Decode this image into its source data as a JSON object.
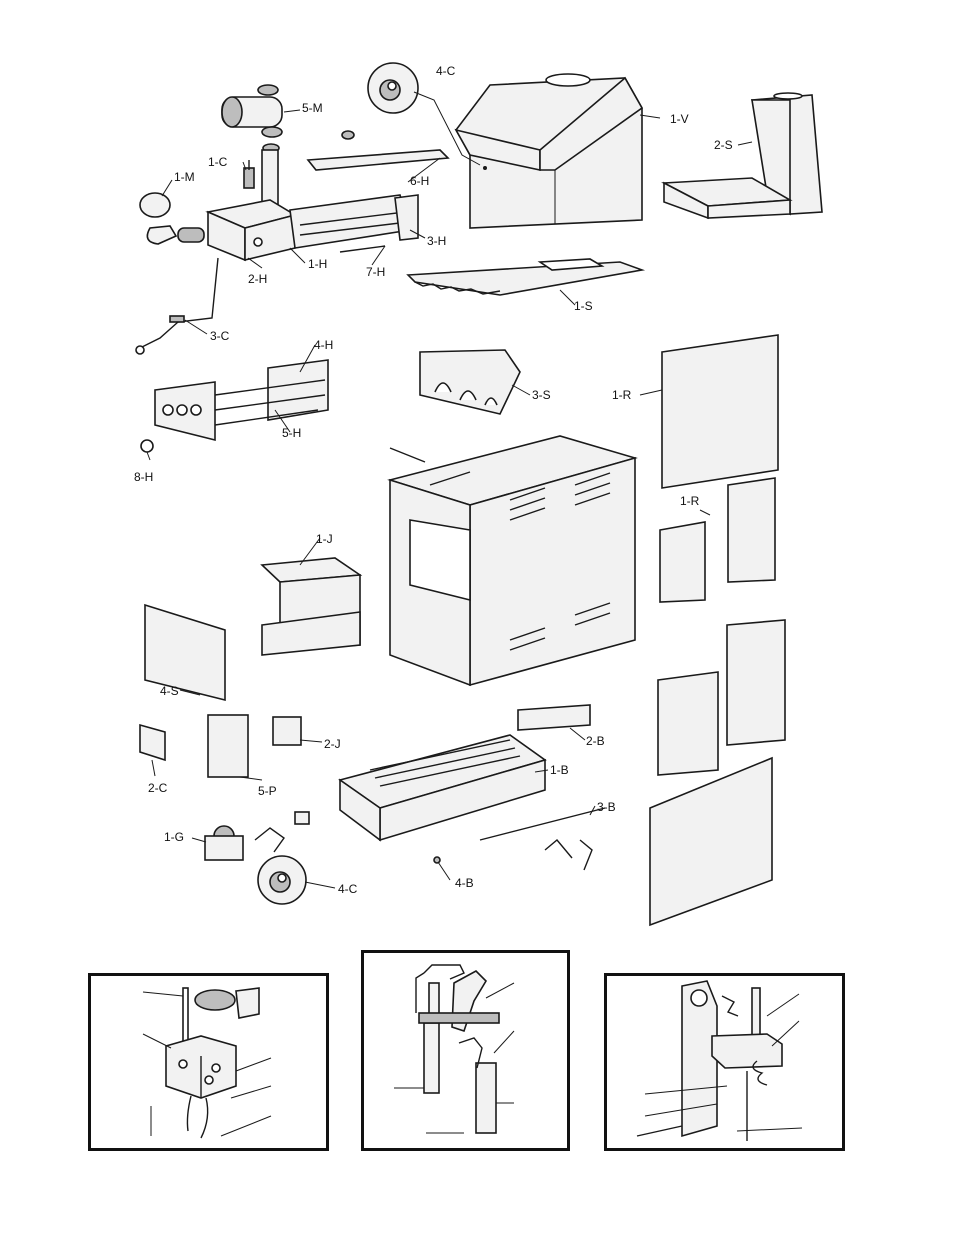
{
  "diagram": {
    "part_labels": {
      "p_5M": "5-M",
      "p_4C_top": "4-C",
      "p_1V": "1-V",
      "p_2S": "2-S",
      "p_1C": "1-C",
      "p_1M": "1-M",
      "p_6H": "6-H",
      "p_3H": "3-H",
      "p_2H": "2-H",
      "p_1H": "1-H",
      "p_7H": "7-H",
      "p_1S": "1-S",
      "p_3C": "3-C",
      "p_4H": "4-H",
      "p_5H": "5-H",
      "p_8H": "8-H",
      "p_3S": "3-S",
      "p_1R": "1-R",
      "p_1R_b": "1-R",
      "p_1J": "1-J",
      "p_4S": "4-S",
      "p_2J": "2-J",
      "p_2C": "2-C",
      "p_5P": "5-P",
      "p_2B": "2-B",
      "p_1B": "1-B",
      "p_3B": "3-B",
      "p_1G": "1-G",
      "p_4B": "4-B",
      "p_4C_bottom": "4-C"
    },
    "insets": [
      "pilot-assembly-a",
      "pilot-assembly-b",
      "pilot-assembly-c"
    ]
  }
}
